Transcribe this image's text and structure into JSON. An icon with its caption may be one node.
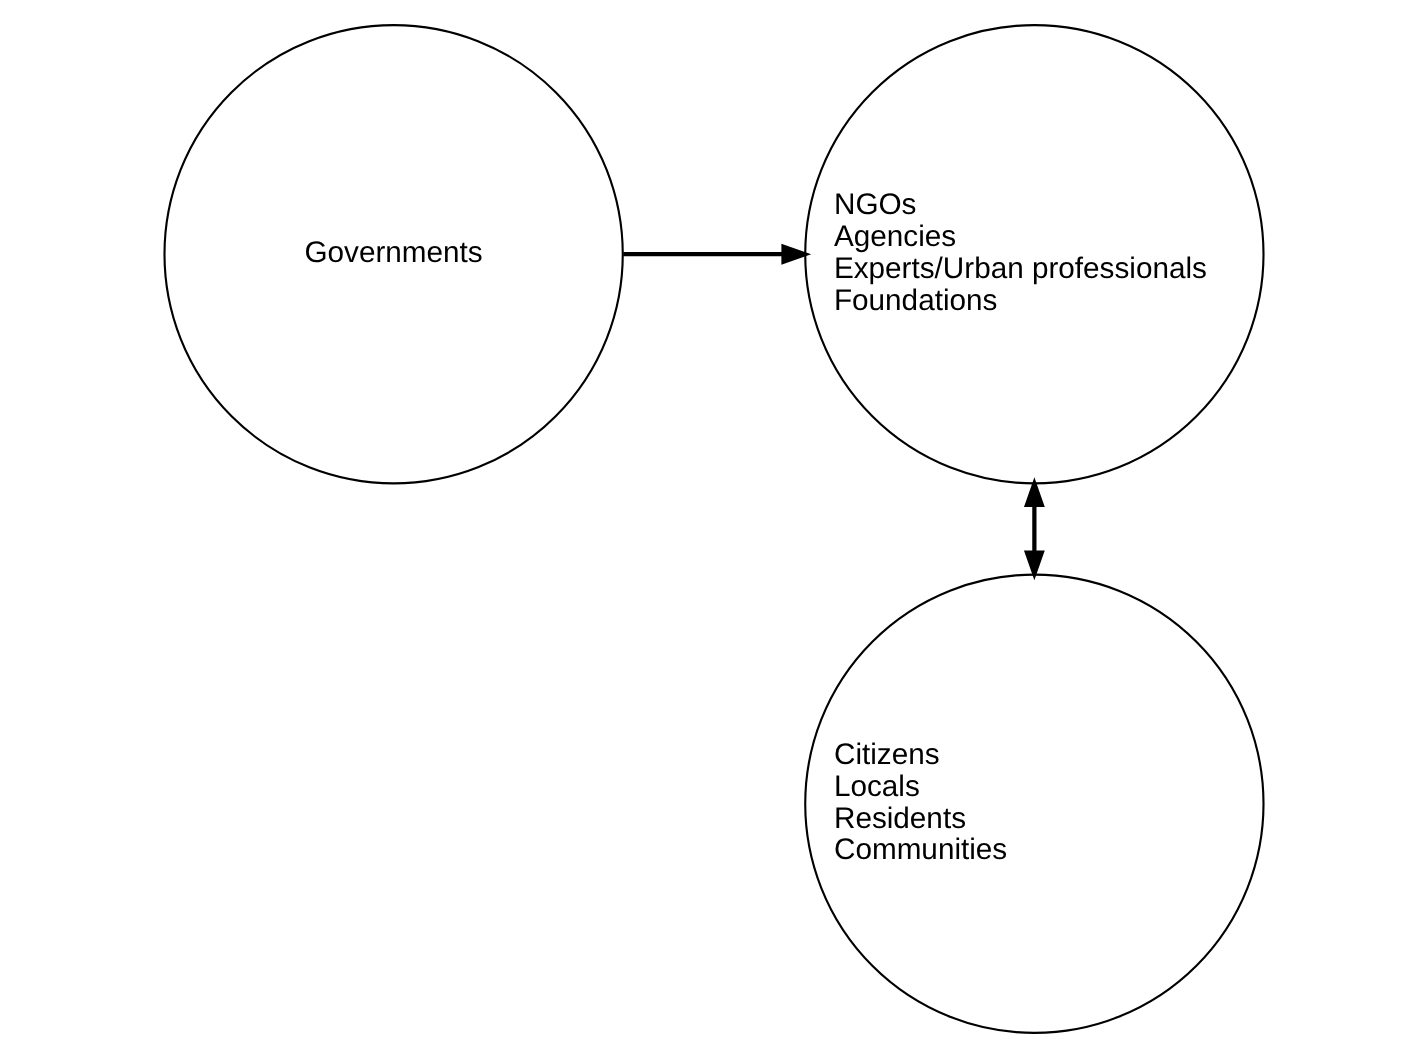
{
  "diagram": {
    "nodes": [
      {
        "text": [
          "Governments"
        ]
      },
      {
        "text": [
          "NGOs",
          "Agencies",
          "Experts/Urban professionals",
          "Foundations"
        ]
      },
      {
        "text": [
          "Citizens",
          "Locals",
          "Residents",
          "Communities"
        ]
      }
    ],
    "edges": [
      {
        "from": 0,
        "to": 1,
        "arrow": "to"
      },
      {
        "from": 2,
        "to": 1,
        "arrow": "both"
      }
    ]
  }
}
